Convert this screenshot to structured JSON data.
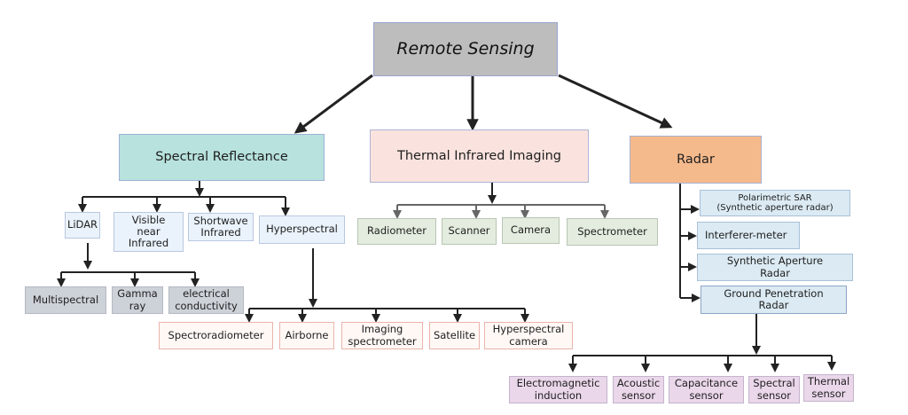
{
  "diagram": {
    "root": {
      "label": "Remote Sensing"
    },
    "spectral": {
      "label": "Spectral Reflectance",
      "children": [
        "LiDAR",
        "Visible\nnear\nInfrared",
        "Shortwave\nInfrared",
        "Hyperspectral"
      ],
      "lidar_children": [
        "Multispectral",
        "Gamma\nray",
        "electrical\nconductivity"
      ],
      "hyperspectral_children": [
        "Spectroradiometer",
        "Airborne",
        "Imaging\nspectrometer",
        "Satellite",
        "Hyperspectral\ncamera"
      ]
    },
    "thermal": {
      "label": "Thermal Infrared Imaging",
      "children": [
        "Radiometer",
        "Scanner",
        "Camera",
        "Spectrometer"
      ]
    },
    "radar": {
      "label": "Radar",
      "children": [
        "Polarimetric SAR\n(Synthetic aperture radar)",
        "Interferer-meter",
        "Synthetic Aperture\nRadar",
        "Ground Penetration\nRadar"
      ],
      "gpr_children": [
        "Electromagnetic\ninduction",
        "Acoustic\nsensor",
        "Capacitance\nsensor",
        "Spectral\nsensor",
        "Thermal\nsensor"
      ]
    }
  },
  "colors": {
    "root": "#bdbdbd",
    "spectral": "#b7e2dd",
    "thermal": "#fae3df",
    "radar": "#f5ba8c",
    "spectral_children": "#eaf2fb",
    "lidar_children": "#cdd1d8",
    "thermal_children": "#e3ecde",
    "hyperspectral_children": "#fff8f5",
    "radar_children": "#dbeaf3",
    "gpr_children": "#ead7ea",
    "connector": "#222222"
  }
}
